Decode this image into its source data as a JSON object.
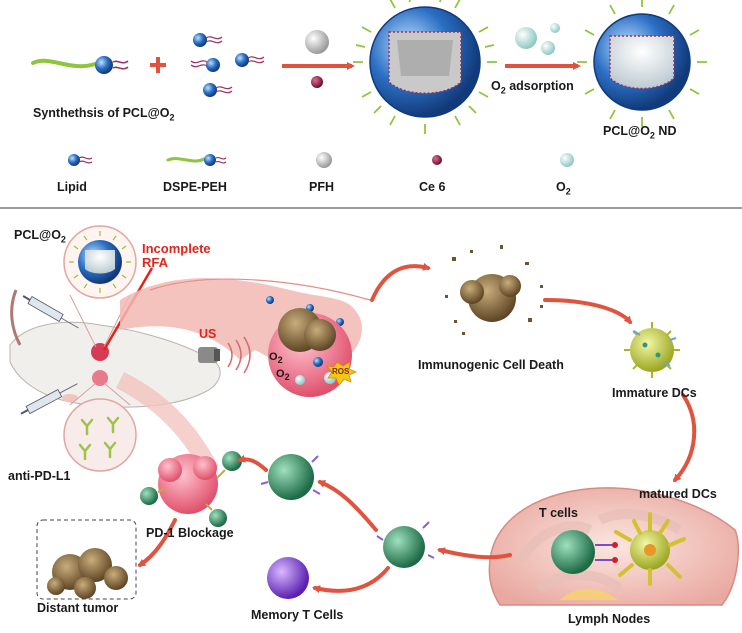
{
  "synthesis": {
    "caption": "Synthethsis of PCL@O",
    "caption_sub": "2",
    "adsorption_label": "O",
    "adsorption_sub": "2",
    "adsorption_rest": " adsorption",
    "product": "PCL@O",
    "product_sub": "2",
    "product_rest": " ND"
  },
  "legend": {
    "lipid": "Lipid",
    "dspe": "DSPE-PEH",
    "pfh": "PFH",
    "ce6": "Ce 6",
    "o2": "O",
    "o2_sub": "2"
  },
  "therapy": {
    "pcl_label": "PCL@O",
    "pcl_sub": "2",
    "rfa_line1": "Incomplete",
    "rfa_line2": "RFA",
    "us": "US",
    "o2_tag": "O",
    "o2_tag_sub": "2",
    "ros": "ROS",
    "anti_pdl1": "anti-PD-L1",
    "icd": "Immunogenic Cell Death",
    "immature": "Immature DCs",
    "matured": "matured DCs",
    "tcells": "T cells",
    "lymph": "Lymph Nodes",
    "memory": "Memory T Cells",
    "pd1": "PD-1 Blockage",
    "distant": "Distant tumor"
  },
  "colors": {
    "nanoparticle_blue": "#2b6fc4",
    "arrow_red": "#e0533f",
    "ce6_magenta": "#a01e4c",
    "tcell_green": "#2e8c62",
    "dc_yellow": "#cbd63a",
    "memory_purple": "#7b3fd6",
    "tissue_pink": "#f2b9b3"
  }
}
